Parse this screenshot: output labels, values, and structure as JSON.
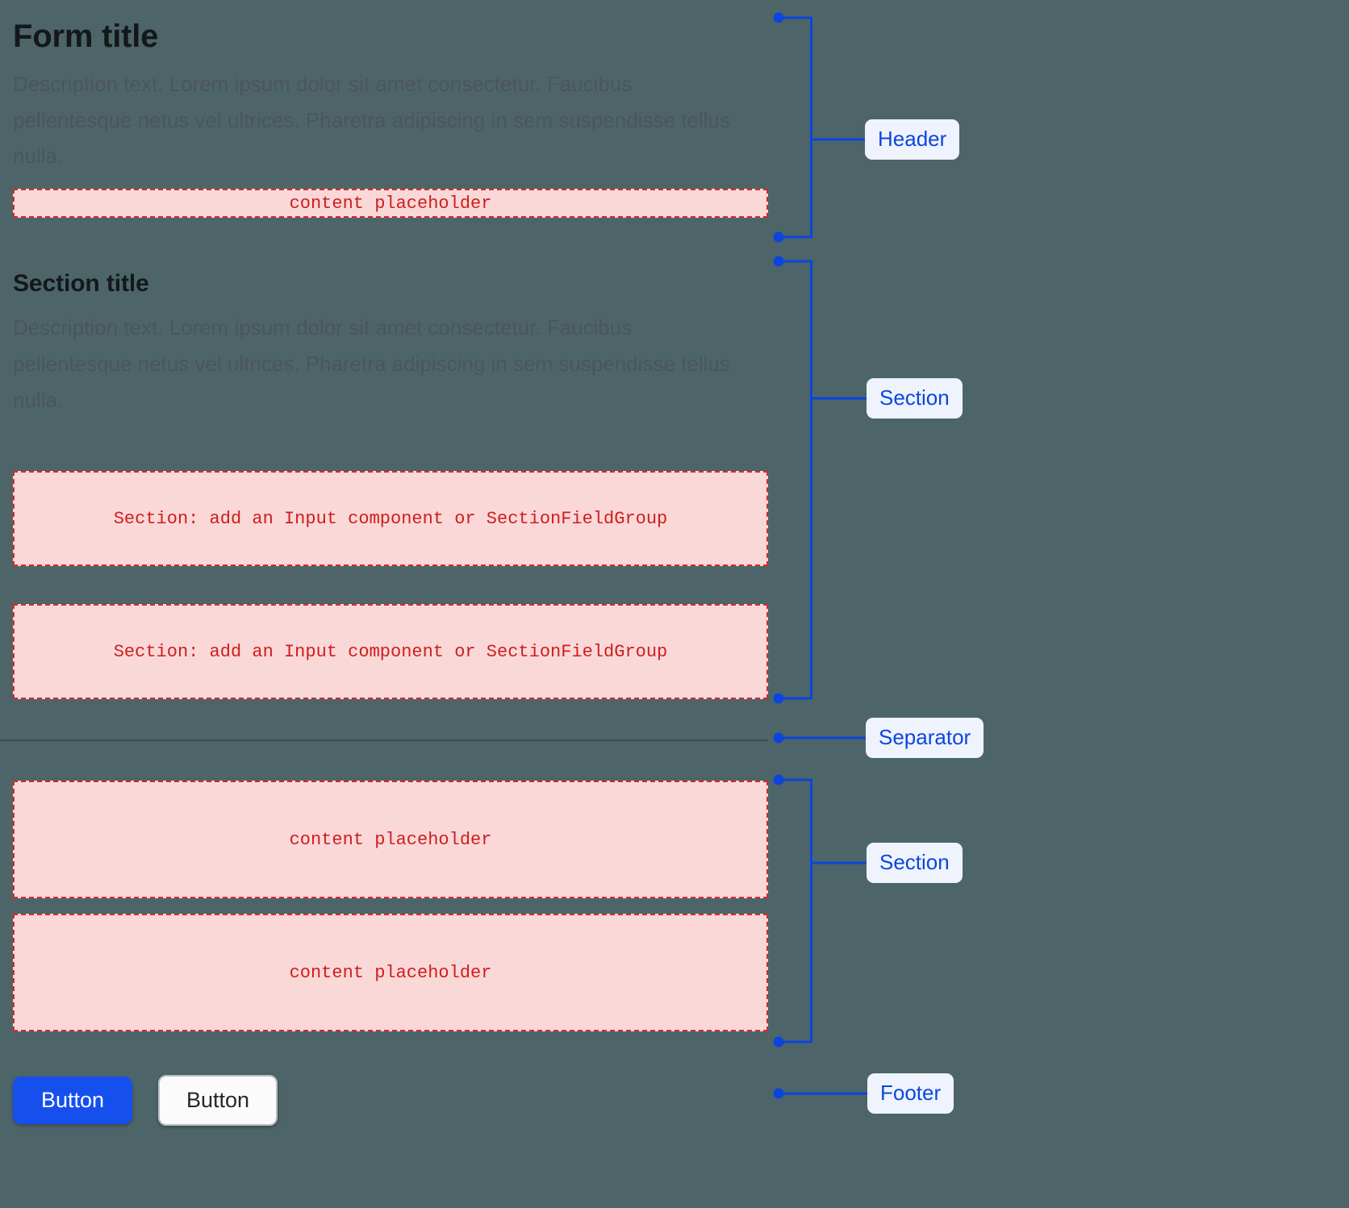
{
  "theme": {
    "background": "#4d6569",
    "accent_blue": "#0b45dd",
    "pill_background": "#eef3fe",
    "placeholder_fill": "#fbd8d8",
    "placeholder_border": "#d42a2a",
    "placeholder_text": "#d01d1d",
    "primary_button": "#1550ef",
    "separator": "#3e4b51"
  },
  "header": {
    "title": "Form title",
    "description": "Description text. Lorem ipsum dolor sit amet consectetur. Faucibus pellentesque netus vel ultrices. Pharetra adipiscing in sem suspendisse tellus nulla.",
    "placeholder": "content placeholder"
  },
  "section": {
    "title": "Section title",
    "description": "Description text. Lorem ipsum dolor sit amet consectetur. Faucibus pellentesque netus vel ultrices. Pharetra adipiscing in sem suspendisse tellus nulla.",
    "field_placeholder_1": "Section: add an Input component or SectionFieldGroup",
    "field_placeholder_2": "Section: add an Input component or SectionFieldGroup"
  },
  "section_two": {
    "placeholder_1": "content placeholder",
    "placeholder_2": "content placeholder"
  },
  "footer": {
    "primary_button_label": "Button",
    "secondary_button_label": "Button"
  },
  "annotations": {
    "header_label": "Header",
    "section_label": "Section",
    "separator_label": "Separator",
    "section_two_label": "Section",
    "footer_label": "Footer"
  }
}
